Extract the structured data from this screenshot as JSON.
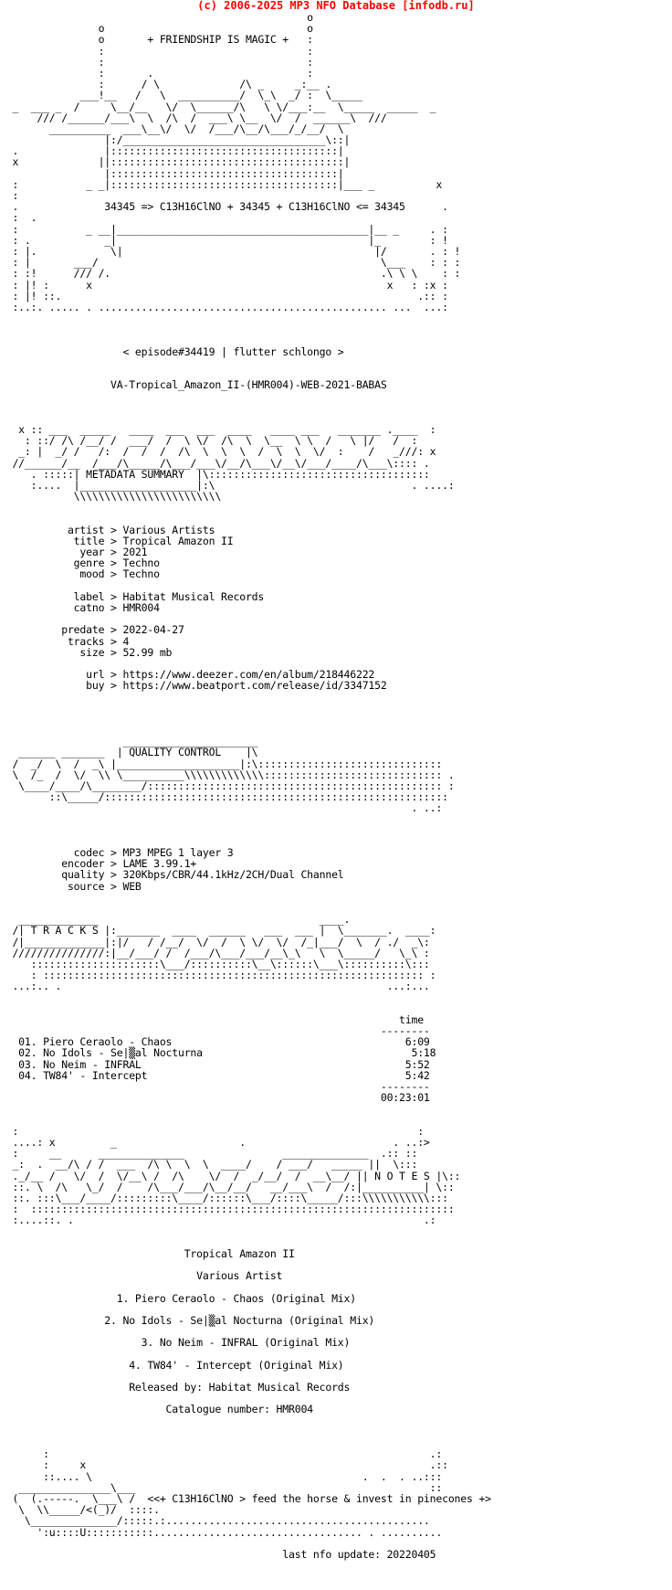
{
  "header": {
    "copyright": "(c) 2006-2025 MP3 NFO Database [infodb.ru]"
  },
  "colors": {
    "header_text": "#ff0000",
    "body_text": "#000000",
    "background": "#ffffff"
  },
  "nfo": {
    "lines": [
      "                                                  o",
      "                o                                 o",
      "                o       + FRIENDSHIP IS MAGIC +   :",
      "                :                                 :",
      "                :                                 :",
      "                :       .                         :",
      "                :      / \\             /\\ _     _:__ .",
      "             ___!__   /   \\  __________/  \\_\\  _/ :  \\_____",
      "  _  ___ _  /     \\__/__   \\/  \\______/\\   \\ \\/___:__  \\_____  _____  _",
      "      /// /______/___\\  \\  /\\  /  ___\\ \\__  \\/  /  ______\\  ///",
      "        __________  ___\\__\\/  \\/  /___/\\__/\\___/_/__/  \\",
      "                 |:/_________________________________\\::|",
      "  .              |:::::::::::::::::::::::::::::::::::::|",
      "  x             ||::::::::::::::::::::::::::::::::::::::|",
      "                 |:::::::::::::::::::::::::::::::::::::|",
      "  :           _ _|:::::::::::::::::::::::::::::::::::::|___ _          x",
      "  :",
      "  .              34345 => C13H16ClNO + 34345 + C13H16ClNO <= 34345      .",
      "  :  .",
      "  :           _ __|_________________________________________|__ _     . :",
      "  : .            _|                                         |_        : !",
      "  : |.            \\|                                         |/       . : !",
      "  : |       ___/                                              \\___    : : :",
      "  : :!      /// /.                                            .\\ \\ \\    : :",
      "  : |! :      x                                                x   : :x :",
      "  : |! ::.                                                          .:: :",
      "  :..:. ..... . ............................................... ...  ...:",
      "",
      "",
      "",
      "                    < episode#34419 | flutter schlongo >",
      "",
      "",
      "                  VA-Tropical_Amazon_II-(HMR004)-WEB-2021-BABAS",
      "",
      "",
      "",
      "   x :: ___  _____   ____  ___  ___  ____   ____ ___   _______ .____  :",
      "    : ::/ /\\ /__/ /  ___/  /  \\ \\/  /\\  \\  \\__  \\ \\  /   \\ |/   /  :",
      "   _: |  _/ /   /:  /  /  /  /\\  \\  \\  \\  /  \\  \\  \\/  :    /   _///: x",
      "  //______/__  /___/\\_____/\\___/___\\/__/\\___\\/__\\/___/____/\\___\\:::: .",
      "     . :::::| METADATA SUMMARY  |\\::::::::::::::::::::::::::::::::::::",
      "     :....  |___________________|:\\                                . ....:",
      "            \\\\\\\\\\\\\\\\\\\\\\\\\\\\\\\\\\\\\\\\\\\\\\\\",
      "",
      "",
      "           artist > Various Artists",
      "            title > Tropical Amazon II",
      "             year > 2021",
      "            genre > Techno",
      "             mood > Techno",
      "",
      "            label > Habitat Musical Records",
      "            catno > HMR004",
      "",
      "          predate > 2022-04-27",
      "           tracks > 4",
      "             size > 52.99 mb",
      "",
      "              url > https://www.deezer.com/en/album/218446222",
      "              buy > https://www.beatport.com/release/id/3347152",
      "",
      "",
      "",
      "",
      "                    ______________________",
      "   ______ _______  | QUALITY CONTROL    |\\",
      "  /  _/  \\  /  _\\ |____________________|:\\::::::::::::::::::::::::::::::",
      "  \\  /_  /  \\/  \\\\ \\__________\\\\\\\\\\\\\\\\\\\\\\\\\\::::::::::::::::::::::::::::: .",
      "   \\____/____/\\________/:::::::::::::::::::::::::::::::::::::::::::::::: :",
      "        ::\\_____/::::::::::::::::::::::::::::::::::::::::::::::::::::::::",
      "                                                                   . ..:",
      "",
      "",
      "",
      "            codec > MP3 MPEG 1 layer 3",
      "          encoder > LAME 3.99.1+",
      "          quality > 320Kbps/CBR/44.1kHz/2CH/Dual Channel",
      "           source > WEB",
      "",
      "",
      "   _____________                                    ____.",
      "  /| T R A C K S |:_______  ____  ______   ___  ___ |  \\_______.  ____:",
      "  /|_____________|:|/   / /__/  \\/  /  \\ \\/  \\/  /_|___/  \\  / ./  _\\:",
      "  ///////////////:|__/___/ /  /___/\\___/___/__\\_\\   \\  \\_____/   \\_\\ :",
      "     :::::::::::::::::::::\\___/::::::::::\\__\\::::::\\___\\::::::::::\\:::",
      "     : :::::::::::::::::::::::::::::::::::::::::::::::::::::::::::::: :",
      "  ...:.. .                                                     ...:...",
      "",
      "",
      "                                                                 time",
      "                                                              --------",
      "   01. Piero Ceraolo - Chaos                                      6:09",
      "   02. No Idols - Se|▒al Nocturna                                  5:18",
      "   03. No Neim - INFRAL                                           5:52",
      "   04. TW84' - Intercept                                          5:42",
      "                                                              --------",
      "                                                              00:23:01",
      "",
      "",
      "  :                                                                 :",
      "  ....: x         _                    .                        . ..:>",
      "  :     __      ______________                ______________  .:: ::",
      "  _:  .  __/\\ / /  ___  /\\ \\  \\  \\  ____/    / ___/   _____ ||  \\:::",
      "  ._/__ /   \\/  /  \\/__\\ /  /\\    \\/  /  _/__/  /  __\\__/ || N O T E S |\\::",
      "  ::. \\  /\\   \\_/  /    /\\___/___/\\__/__/   __/___\\  /  /:|__________| \\::",
      "  ::. :::\\___/____/:::::::::\\____/::::::\\___/::::\\_____/:::\\\\\\\\\\\\\\\\\\\\\\:::",
      "  :  :::::::::::::::::::::::::::::::::::::::::::::::::::::::::::::::::::::",
      "  :....::. .                                                         .:",
      "",
      "",
      "                              Tropical Amazon II",
      "",
      "                                Various Artist",
      "",
      "                   1. Piero Ceraolo - Chaos (Original Mix)",
      "",
      "                 2. No Idols - Se|▒al Nocturna (Original Mix)",
      "",
      "                       3. No Neim - INFRAL (Original Mix)",
      "",
      "                     4. TW84' - Intercept (Original Mix)",
      "",
      "                     Released by: Habitat Musical Records",
      "",
      "                           Catalogue number: HMR004",
      "",
      "",
      "",
      "       :                                                              .:",
      "       :     x                                                        .::",
      "       ::.... \\                                            .  .  . ..:::",
      "   _______________\\___                                                ::",
      "  (  (.-----.  \\___\\ /  <<+ C13H16ClNO > feed the horse & invest in pinecones +>",
      "   \\  \\\\_____/<(_)/  ::::.",
      "    \\______________/:::::.:...........................................",
      "      ':u::::U:::::::::::.................................. . ..........",
      "",
      "                                              last nfo update: 20220405"
    ]
  }
}
